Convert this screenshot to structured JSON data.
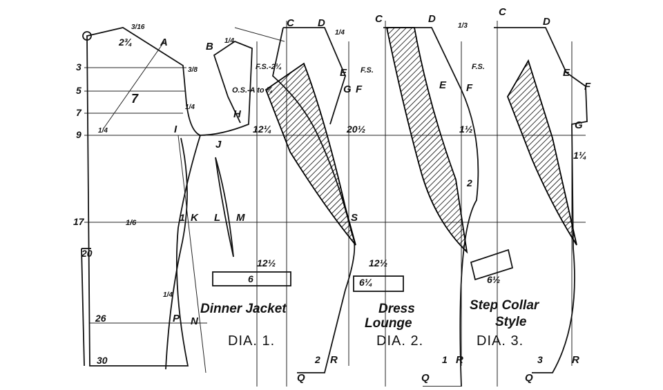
{
  "diagram": {
    "point_labels": {
      "O": "O",
      "A": "A",
      "B": "B",
      "H": "H",
      "I": "I",
      "J": "J",
      "K": "K",
      "L": "L",
      "M": "M",
      "P": "P",
      "N": "N",
      "S": "S",
      "C1": "C",
      "D1": "D",
      "E1": "E",
      "G1": "G",
      "F1": "F",
      "C2": "C",
      "D2": "D",
      "E2": "E",
      "F2": "F",
      "C3": "C",
      "D3": "D",
      "E3": "E",
      "F3": "F",
      "G3": "G",
      "Q1": "Q",
      "Q2": "Q",
      "Q3": "Q",
      "R1": "R",
      "R2": "R",
      "R3": "R"
    },
    "measurements": {
      "m_2_3_4": "2¾",
      "m_3_16": "3/16",
      "m_3_8": "3/8",
      "m_3": "3",
      "m_5": "5",
      "m_7": "7",
      "m_9": "9",
      "m_17": "17",
      "m_20": "20",
      "m_26": "26",
      "m_30": "30",
      "m_seven": "7",
      "m_1_6": "1/6",
      "m_1_4": "1/4",
      "m_1_4b": "1/4",
      "m_1_4c": "1/4",
      "m_1_4d": "1/4",
      "m_1_4e": "1/4",
      "m_12_1_4": "12¼",
      "m_20_1_2": "20½",
      "m_1_1_2": "1½",
      "m_12_1_2a": "12½",
      "m_12_1_2b": "12½",
      "m_6": "6",
      "m_6_1_4": "6¼",
      "m_6_1_2": "6½",
      "m_2": "2",
      "m_1_1_4": "1¼",
      "m_1_3": "1/3",
      "m_fs2": "F.S.-2¼",
      "m_os": "O.S.-A to ¼",
      "m_fs_b": "F.S.",
      "m_fs_c": "F.S.",
      "m_1": "1",
      "r_2": "2",
      "r_1": "1",
      "r_3": "3"
    },
    "captions": {
      "dia1_title": "Dinner Jacket",
      "dia2_title_1": "Dress",
      "dia2_title_2": "Lounge",
      "dia3_title_1": "Step Collar",
      "dia3_title_2": "Style",
      "dia1": "DIA. 1.",
      "dia2": "DIA. 2.",
      "dia3": "DIA. 3."
    },
    "colors": {
      "ink": "#111111",
      "paper": "#ffffff"
    }
  }
}
